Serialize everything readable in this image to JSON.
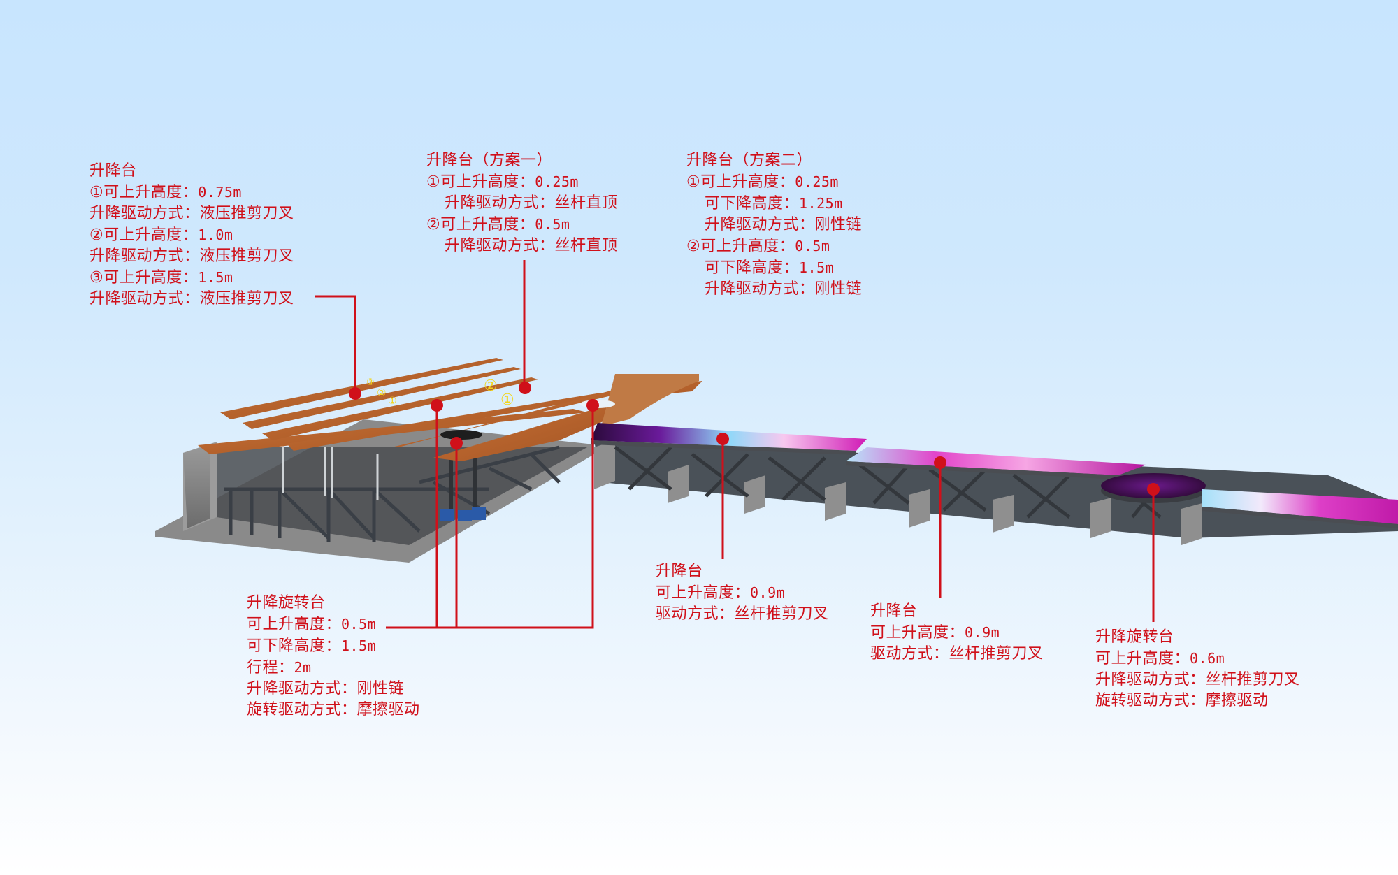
{
  "colors": {
    "annotation_red": "#d0101a",
    "marker_yellow": "#f2d51b",
    "wood_deck": "#b8652e",
    "steel_frame": "#3a3f46",
    "concrete": "#8c8c8c",
    "led_magenta": "#d21ab8",
    "led_blue": "#7fd3f5",
    "bg_top": "#c8e5fe",
    "bg_bottom": "#ffffff"
  },
  "markers": {
    "left_small": [
      "③",
      "②",
      "①"
    ],
    "center_large": [
      "②",
      "①"
    ]
  },
  "callouts": {
    "main_lift": {
      "title": "升降台",
      "rows": [
        {
          "label": "①可上升高度：",
          "value": "0.75m"
        },
        {
          "label": "升降驱动方式：",
          "value": "液压推剪刀叉"
        },
        {
          "label": "②可上升高度：",
          "value": "1.0m"
        },
        {
          "label": "升降驱动方式：",
          "value": "液压推剪刀叉"
        },
        {
          "label": "③可上升高度：",
          "value": "1.5m"
        },
        {
          "label": "升降驱动方式：",
          "value": "液压推剪刀叉"
        }
      ]
    },
    "plan_one": {
      "title": "升降台（方案一）",
      "rows": [
        {
          "label": "①可上升高度：",
          "value": "0.25m"
        },
        {
          "label": "升降驱动方式：",
          "value": "丝杆直顶"
        },
        {
          "label": "②可上升高度：",
          "value": "0.5m"
        },
        {
          "label": "升降驱动方式：",
          "value": "丝杆直顶"
        }
      ]
    },
    "plan_two": {
      "title": "升降台（方案二）",
      "rows": [
        {
          "label": "①可上升高度：",
          "value": "0.25m"
        },
        {
          "label": "可下降高度：",
          "value": "1.25m"
        },
        {
          "label": "升降驱动方式：",
          "value": "刚性链"
        },
        {
          "label": "②可上升高度：",
          "value": "0.5m"
        },
        {
          "label": "可下降高度：",
          "value": "1.5m"
        },
        {
          "label": "升降驱动方式：",
          "value": "刚性链"
        }
      ]
    },
    "rotating_lift_main": {
      "title": "升降旋转台",
      "rows": [
        {
          "label": "可上升高度：",
          "value": "0.5m"
        },
        {
          "label": "可下降高度：",
          "value": "1.5m"
        },
        {
          "label": "行程：",
          "value": "2m"
        },
        {
          "label": "升降驱动方式：",
          "value": "刚性链"
        },
        {
          "label": "旋转驱动方式：",
          "value": "摩擦驱动"
        }
      ]
    },
    "runway_lift_1": {
      "title": "升降台",
      "rows": [
        {
          "label": "可上升高度：",
          "value": "0.9m"
        },
        {
          "label": "驱动方式：",
          "value": "丝杆推剪刀叉"
        }
      ]
    },
    "runway_lift_2": {
      "title": "升降台",
      "rows": [
        {
          "label": "可上升高度：",
          "value": "0.9m"
        },
        {
          "label": "驱动方式：",
          "value": "丝杆推剪刀叉"
        }
      ]
    },
    "rotating_lift_end": {
      "title": "升降旋转台",
      "rows": [
        {
          "label": "可上升高度：",
          "value": "0.6m"
        },
        {
          "label": "升降驱动方式：",
          "value": "丝杆推剪刀叉"
        },
        {
          "label": "旋转驱动方式：",
          "value": "摩擦驱动"
        }
      ]
    }
  }
}
